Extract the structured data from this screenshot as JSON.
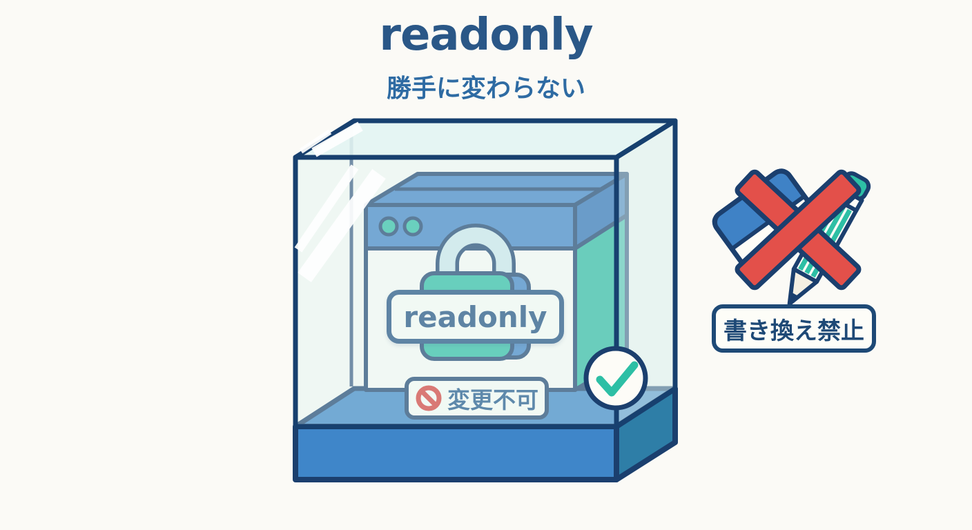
{
  "header": {
    "title": "readonly",
    "subtitle": "勝手に変わらない"
  },
  "display_case": {
    "window_sign": "readonly",
    "badge": "変更不可"
  },
  "side_note": {
    "label": "書き換え禁止"
  },
  "icons": {
    "lock_icon": "🔒",
    "check_icon": "✓",
    "prohibition_icon": "🚫",
    "red_x_icon": "✕",
    "pencil_icon": "✏",
    "eraser_icon": "▭",
    "window_buttons_icon": "••",
    "glass_reflection": "⟋⟋"
  },
  "colors": {
    "outline_navy": "#1b3f6e",
    "title_blue": "#2a5787",
    "subtitle_blue": "#2e6ba3",
    "primary_blue": "#3f82c6",
    "teal": "#2dbfa5",
    "shackle_light_blue": "#cfe8ed",
    "glass_tint": "#d9f0ee",
    "alert_red": "#e3504a",
    "prohibition_red": "#d93a35",
    "background": "#fbfaf6"
  }
}
